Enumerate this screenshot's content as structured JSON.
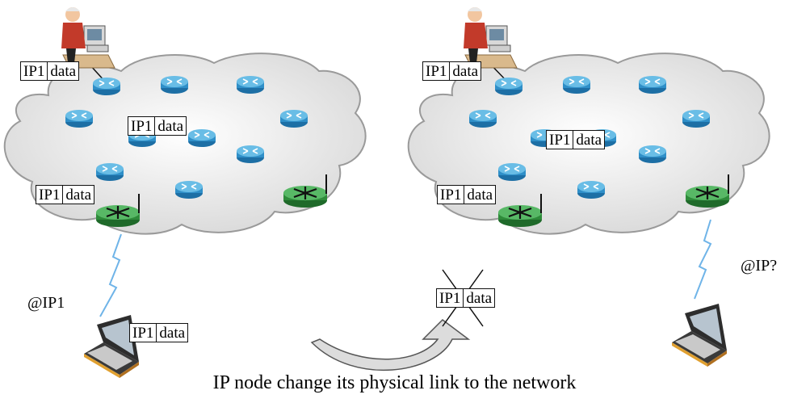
{
  "packet": {
    "ip": "IP1",
    "data": "data"
  },
  "labels": {
    "address_left": "@IP1",
    "address_right": "@IP?"
  },
  "caption": "IP  node change its physical link to the network",
  "colors": {
    "cloud": "#e6e6e6",
    "router": "#2f8fc8",
    "router_top": "#5fb6e0",
    "wireless_router": "#2e8b3a",
    "link": "#6fb4e8"
  }
}
